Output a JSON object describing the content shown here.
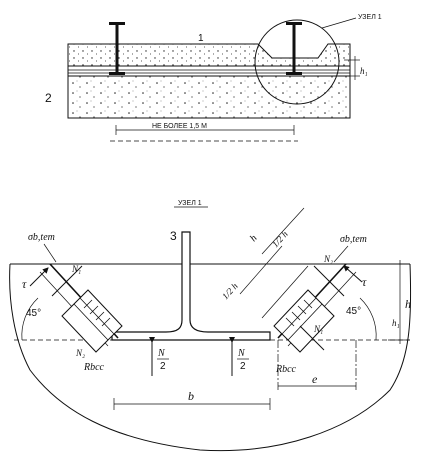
{
  "labels": {
    "node_callout": "УЗЕЛ 1",
    "layer_1": "1",
    "layer_2": "2",
    "dim_h1_top": "h₁",
    "spacing": "НЕ БОЛЕЕ 1,5 М",
    "node_title": "УЗЕЛ 1",
    "rail_3": "3",
    "sigma_left": "σb,tem",
    "sigma_right": "σb,tem",
    "n1_left": "N₁",
    "n2_left": "N₂",
    "n1_right": "N₁",
    "n2_right": "N₂",
    "tau_left": "τ",
    "tau_right": "τ",
    "angle_left": "45°",
    "angle_right": "45°",
    "rbcc_left": "Rbcc",
    "rbcc_right": "Rbcc",
    "n_over_2_left_num": "N",
    "n_over_2_left_den": "2",
    "n_over_2_right_num": "N",
    "n_over_2_right_den": "2",
    "dim_b": "b",
    "dim_e": "e",
    "dim_h": "h",
    "dim_half_h_1": "1/2 h",
    "dim_half_h_2": "1/2 h",
    "dim_h_diag": "h",
    "dim_h1": "h₁"
  }
}
